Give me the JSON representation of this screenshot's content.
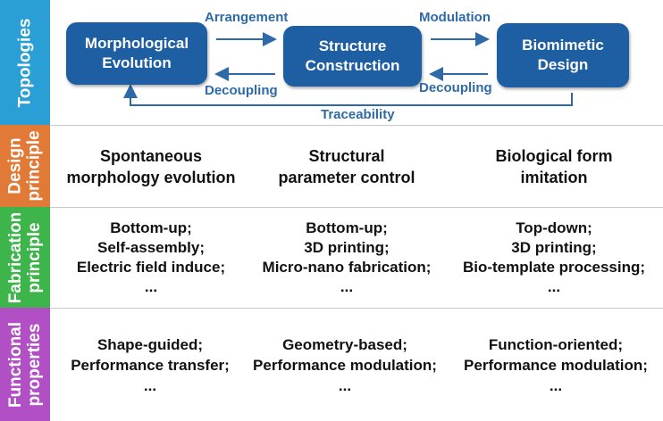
{
  "rows": [
    {
      "label": "Topologies",
      "color": "#2a9fd6"
    },
    {
      "label": "Design\nprinciple",
      "color": "#e07a36",
      "cells": [
        "Spontaneous\nmorphology evolution",
        "Structural\nparameter control",
        "Biological form\nimitation"
      ]
    },
    {
      "label": "Fabrication\nprinciple",
      "color": "#3db54a",
      "cells": [
        "Bottom-up;\nSelf-assembly;\nElectric field induce;\n...",
        "Bottom-up;\n3D printing;\nMicro-nano fabrication;\n...",
        "Top-down;\n3D printing;\nBio-template processing;\n..."
      ]
    },
    {
      "label": "Functional\nproperties",
      "color": "#b14fc5",
      "cells": [
        "Shape-guided;\nPerformance transfer;\n...",
        "Geometry-based;\nPerformance modulation;\n...",
        "Function-oriented;\nPerformance modulation;\n..."
      ]
    }
  ],
  "diagram": {
    "nodes": [
      "Morphological\nEvolution",
      "Structure\nConstruction",
      "Biomimetic\nDesign"
    ],
    "edges": {
      "arrangement": "Arrangement",
      "modulation": "Modulation",
      "decoupling_left": "Decoupling",
      "decoupling_right": "Decoupling",
      "traceability": "Traceability"
    },
    "colors": {
      "node": "#1e5fa3",
      "arrow": "#2f6aa8"
    }
  }
}
